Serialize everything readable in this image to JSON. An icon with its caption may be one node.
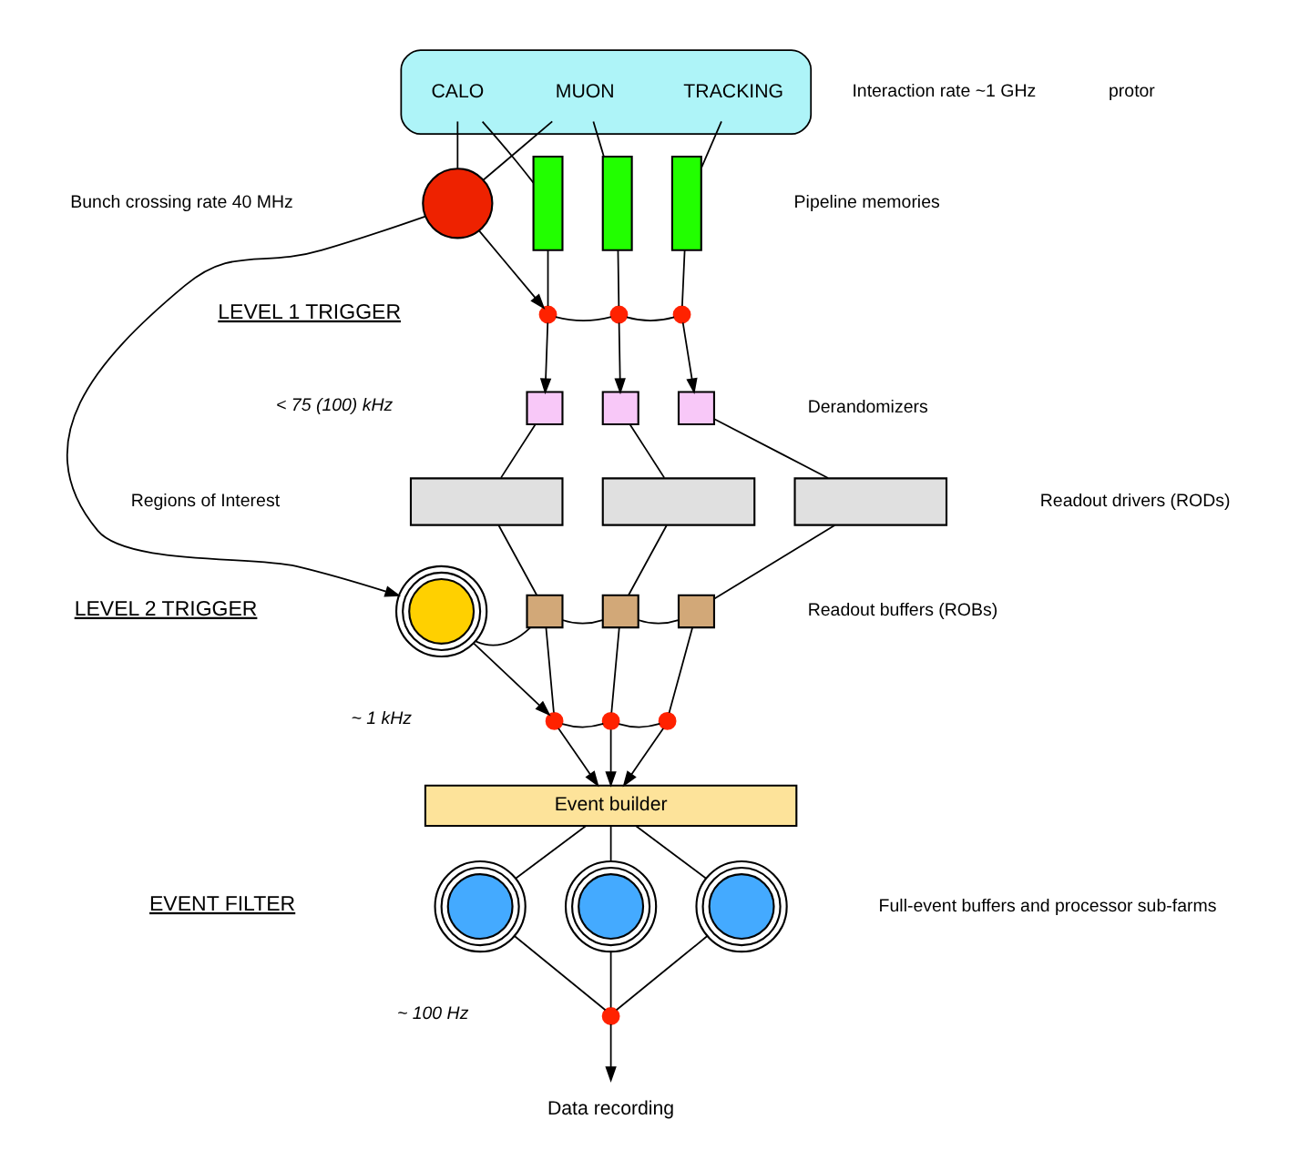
{
  "diagram": {
    "nodes": [
      {
        "text": [],
        "shape": "box"
      },
      {
        "text": [
          "CALO"
        ],
        "in": 0
      },
      {
        "text": [
          "MUON"
        ],
        "in": 0
      },
      {
        "text": [
          "TRACKING"
        ],
        "in": 0
      },
      {
        "text": [],
        "shape": "circle"
      },
      {
        "text": [],
        "shape": "bar"
      },
      {
        "text": [],
        "shape": "bar"
      },
      {
        "text": [],
        "shape": "bar"
      },
      {
        "text": [],
        "shape": "circle"
      },
      {
        "text": [],
        "shape": "circle"
      },
      {
        "text": [],
        "shape": "circle"
      },
      {
        "text": [],
        "shape": "box"
      },
      {
        "text": [],
        "shape": "box"
      },
      {
        "text": [],
        "shape": "box"
      },
      {
        "text": [],
        "shape": "box"
      },
      {
        "text": [],
        "shape": "box"
      },
      {
        "text": [],
        "shape": "box"
      },
      {
        "text": [],
        "shape": "circle"
      },
      {
        "text": [],
        "shape": "box"
      },
      {
        "text": [],
        "shape": "box"
      },
      {
        "text": [],
        "shape": "box"
      },
      {
        "text": [],
        "shape": "circle"
      },
      {
        "text": [],
        "shape": "circle"
      },
      {
        "text": [],
        "shape": "circle"
      },
      {
        "text": [
          "Event builder"
        ]
      },
      {
        "text": [],
        "shape": "circle"
      },
      {
        "text": [],
        "shape": "circle"
      },
      {
        "text": [],
        "shape": "circle"
      },
      {
        "text": [],
        "shape": "circle"
      },
      {
        "text": [
          "Data recording"
        ]
      }
    ],
    "edges": [
      {
        "from": 1,
        "to": 5,
        "arrow": "none"
      },
      {
        "from": 2,
        "to": 6,
        "arrow": "none"
      },
      {
        "from": 3,
        "to": 7,
        "arrow": "none"
      },
      {
        "from": 1,
        "to": 4,
        "arrow": "none"
      },
      {
        "from": 2,
        "to": 4,
        "arrow": "none"
      },
      {
        "from": 4,
        "to": 8,
        "arrow": "to"
      },
      {
        "from": 8,
        "to": 9,
        "arrow": "none"
      },
      {
        "from": 9,
        "to": 10,
        "arrow": "none"
      },
      {
        "from": 5,
        "to": 8,
        "arrow": "none"
      },
      {
        "from": 6,
        "to": 9,
        "arrow": "none"
      },
      {
        "from": 7,
        "to": 10,
        "arrow": "none"
      },
      {
        "from": 8,
        "to": 11,
        "arrow": "to"
      },
      {
        "from": 9,
        "to": 12,
        "arrow": "to"
      },
      {
        "from": 10,
        "to": 13,
        "arrow": "to"
      },
      {
        "from": 11,
        "to": 14,
        "arrow": "none"
      },
      {
        "from": 12,
        "to": 15,
        "arrow": "none"
      },
      {
        "from": 13,
        "to": 16,
        "arrow": "none"
      },
      {
        "from": 14,
        "to": 18,
        "arrow": "none"
      },
      {
        "from": 15,
        "to": 19,
        "arrow": "none"
      },
      {
        "from": 16,
        "to": 20,
        "arrow": "none"
      },
      {
        "from": 4,
        "to": 17,
        "arrow": "to"
      },
      {
        "from": 17,
        "to": 18,
        "arrow": "none"
      },
      {
        "from": 18,
        "to": 19,
        "arrow": "none"
      },
      {
        "from": 19,
        "to": 20,
        "arrow": "none"
      },
      {
        "from": 17,
        "to": 21,
        "arrow": "to"
      },
      {
        "from": 21,
        "to": 22,
        "arrow": "none"
      },
      {
        "from": 22,
        "to": 23,
        "arrow": "none"
      },
      {
        "from": 18,
        "to": 21,
        "arrow": "none"
      },
      {
        "from": 19,
        "to": 22,
        "arrow": "none"
      },
      {
        "from": 20,
        "to": 23,
        "arrow": "none"
      },
      {
        "from": 21,
        "to": 24,
        "arrow": "to"
      },
      {
        "from": 22,
        "to": 24,
        "arrow": "to"
      },
      {
        "from": 23,
        "to": 24,
        "arrow": "to"
      },
      {
        "from": 24,
        "to": 25,
        "arrow": "none"
      },
      {
        "from": 24,
        "to": 26,
        "arrow": "none"
      },
      {
        "from": 24,
        "to": 27,
        "arrow": "none"
      },
      {
        "from": 25,
        "to": 28,
        "arrow": "none"
      },
      {
        "from": 26,
        "to": 28,
        "arrow": "none"
      },
      {
        "from": 27,
        "to": 28,
        "arrow": "none"
      },
      {
        "from": 28,
        "to": 29,
        "arrow": "to"
      }
    ],
    "labels": [
      "Interaction rate ~1 GHz",
      "Bunch crossing rate 40 MHz",
      "LEVEL 1 TRIGGER",
      "< 75 (100) kHz",
      "Pipeline memories",
      "Derandomizers",
      "Regions of Interest",
      "Readout drivers (RODs)",
      "LEVEL 2 TRIGGER",
      "Readout buffers (ROBs)",
      "~ 1 kHz",
      "Full-event buffers and processor sub-farms",
      "EVENT FILTER",
      "~ 100 Hz",
      "protor"
    ]
  }
}
